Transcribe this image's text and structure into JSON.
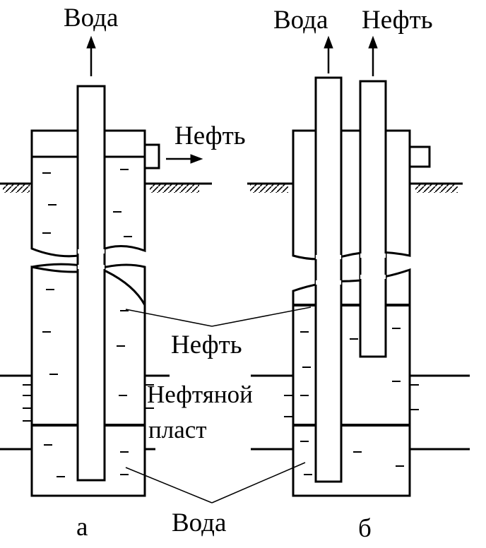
{
  "labels": {
    "water_top_a": "Вода",
    "oil_side_a": "Нефть",
    "water_top_b": "Вода",
    "oil_top_b": "Нефть",
    "oil_middle": "Нефть",
    "layer_line1": "Нефтяной",
    "layer_line2": "пласт",
    "water_bottom": "Вода",
    "figure_a": "а",
    "figure_b": "б"
  },
  "colors": {
    "ink": "#000000",
    "background": "#ffffff"
  }
}
